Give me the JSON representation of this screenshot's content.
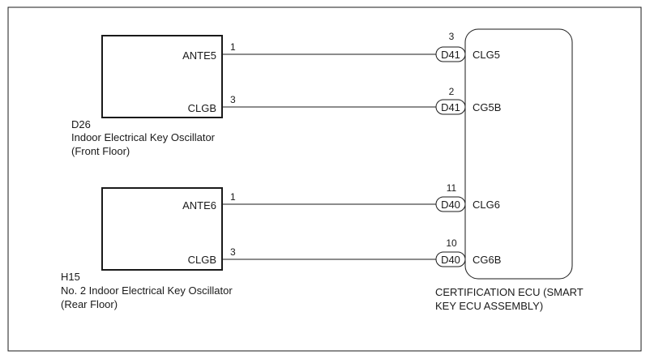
{
  "components": {
    "osc_front": {
      "code": "D26",
      "name": "Indoor Electrical Key Oscillator",
      "location": "(Front Floor)",
      "pins": [
        {
          "signal": "ANTE5",
          "pin": "1"
        },
        {
          "signal": "CLGB",
          "pin": "3"
        }
      ]
    },
    "osc_rear": {
      "code": "H15",
      "name": "No. 2 Indoor Electrical Key Oscillator",
      "location": "(Rear Floor)",
      "pins": [
        {
          "signal": "ANTE6",
          "pin": "1"
        },
        {
          "signal": "CLGB",
          "pin": "3"
        }
      ]
    },
    "ecu": {
      "name_line1": "CERTIFICATION ECU (SMART",
      "name_line2": "KEY ECU ASSEMBLY)",
      "pins": [
        {
          "signal": "CLG5",
          "pin": "3",
          "connector": "D41"
        },
        {
          "signal": "CG5B",
          "pin": "2",
          "connector": "D41"
        },
        {
          "signal": "CLG6",
          "pin": "11",
          "connector": "D40"
        },
        {
          "signal": "CG6B",
          "pin": "10",
          "connector": "D40"
        }
      ]
    }
  },
  "colors": {
    "line": "#1a1a1a",
    "background": "#ffffff"
  }
}
